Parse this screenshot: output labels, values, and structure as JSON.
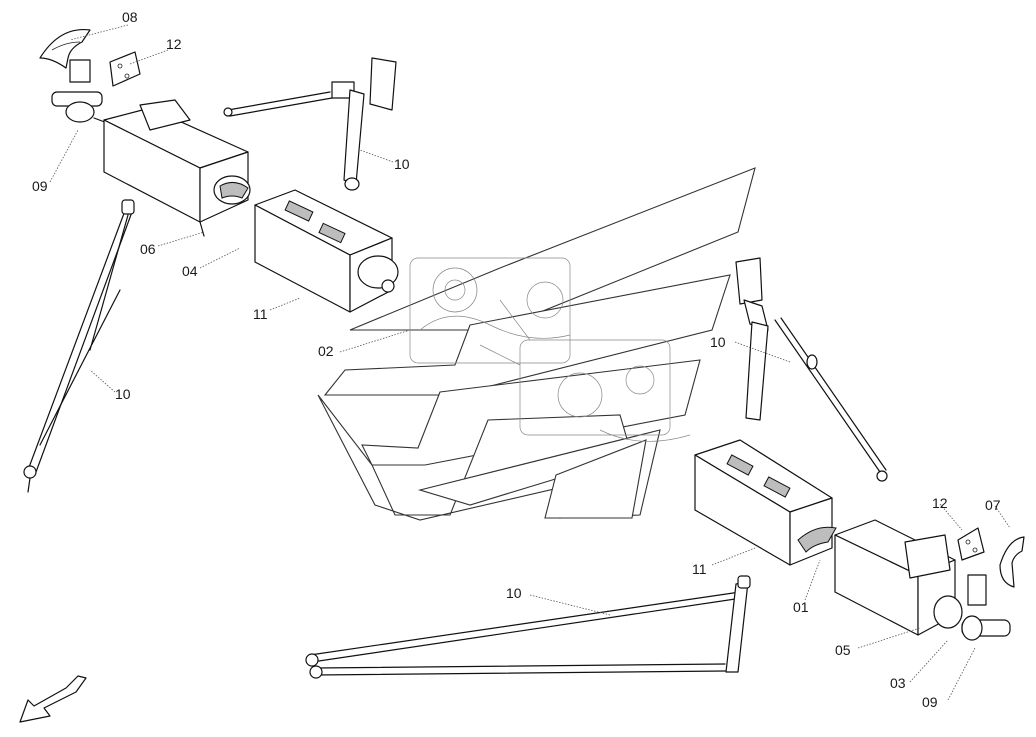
{
  "diagram": {
    "part_labels": {
      "l08": "08",
      "l12a": "12",
      "l09a": "09",
      "l10a": "10",
      "l06": "06",
      "l04": "04",
      "l11a": "11",
      "l02": "02",
      "l10b": "10",
      "l10c": "10",
      "l11b": "11",
      "l12b": "12",
      "l07": "07",
      "l10d": "10",
      "l01": "01",
      "l05": "05",
      "l03": "03",
      "l09b": "09"
    }
  }
}
